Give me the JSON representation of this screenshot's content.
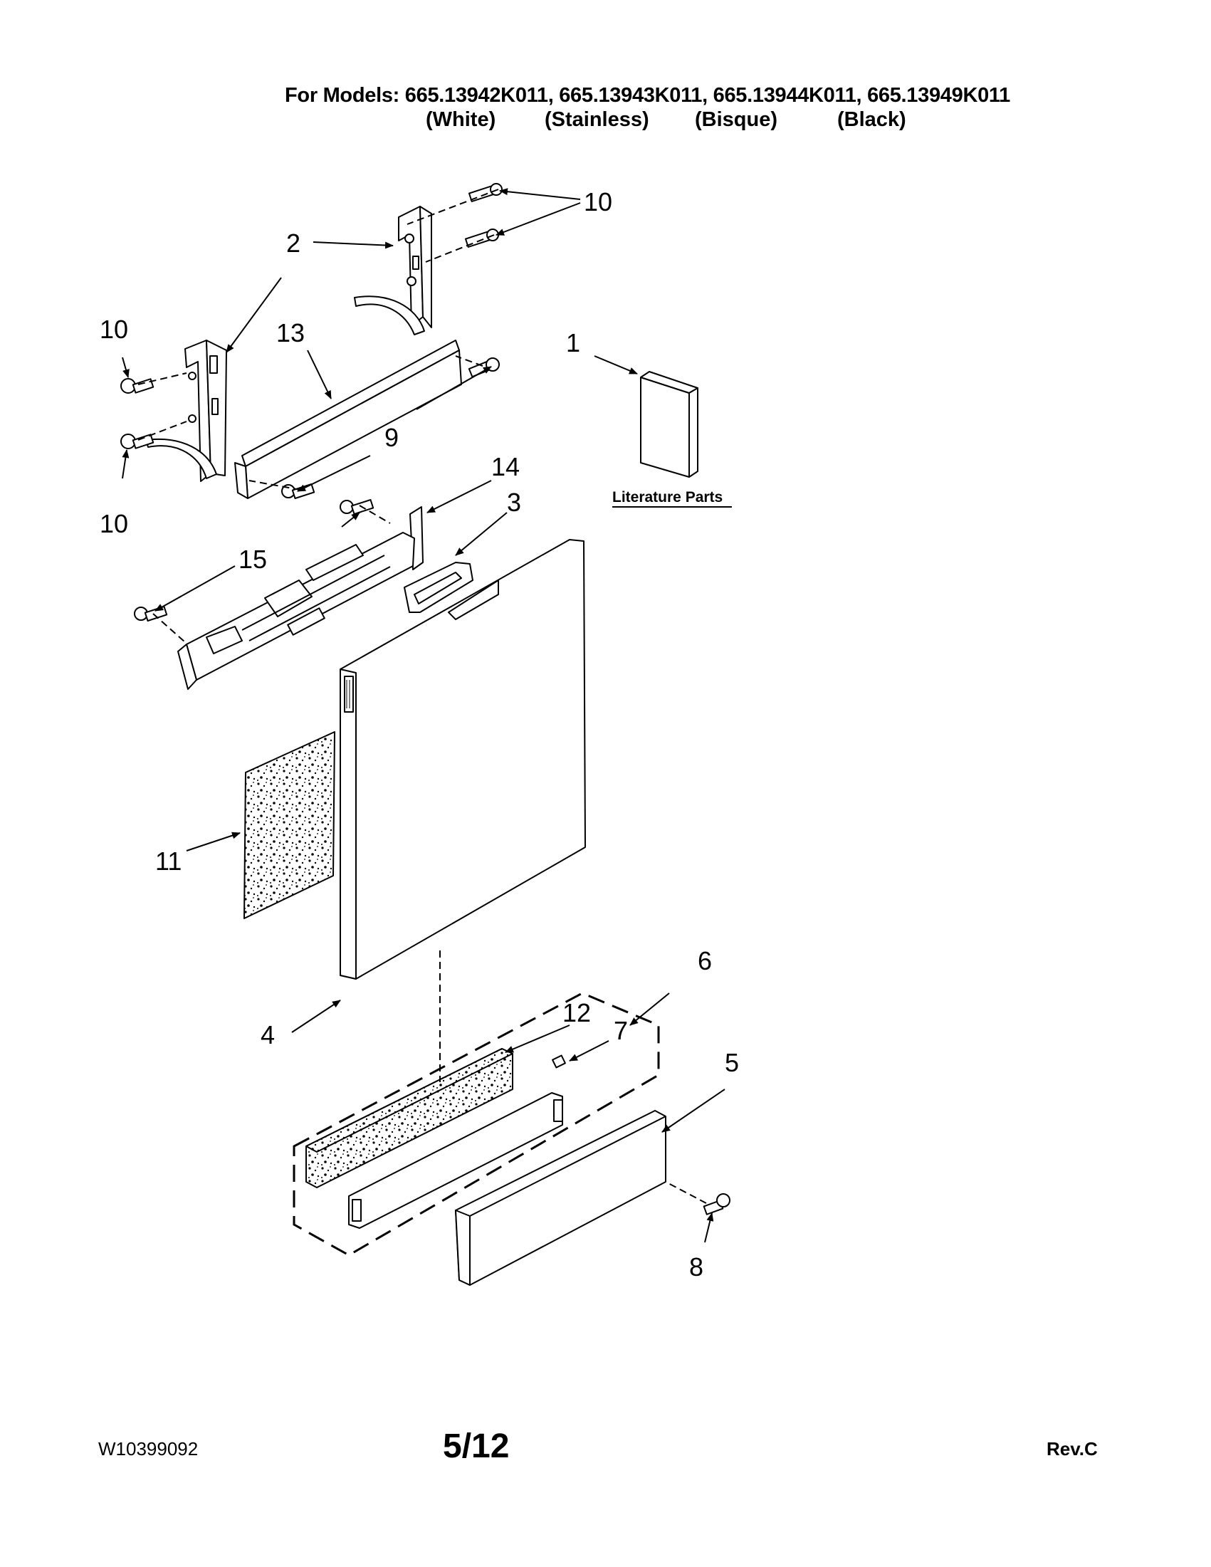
{
  "header": {
    "models_line": "For Models: 665.13942K011, 665.13943K011, 665.13944K011, 665.13949K011",
    "variants": [
      "(White)",
      "(Stainless)",
      "(Bisque)",
      "(Black)"
    ]
  },
  "callouts": {
    "c1": "1",
    "c2": "2",
    "c3": "3",
    "c4": "4",
    "c5": "5",
    "c6": "6",
    "c7": "7",
    "c8": "8",
    "c9": "9",
    "c10a": "10",
    "c10b": "10",
    "c10c": "10",
    "c11": "11",
    "c12": "12",
    "c13": "13",
    "c14": "14",
    "c15": "15"
  },
  "literature_label": "Literature Parts",
  "footer": {
    "doc_number": "W10399092",
    "page": "5/12",
    "revision": "Rev.C"
  }
}
